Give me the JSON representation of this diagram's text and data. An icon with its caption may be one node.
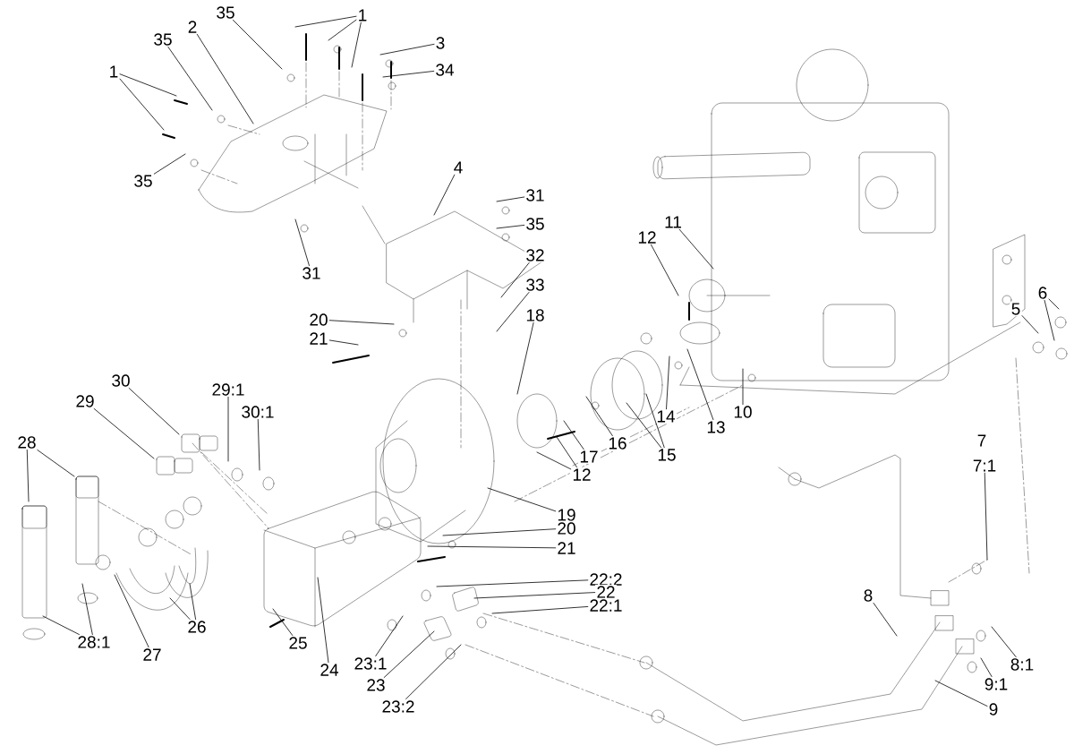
{
  "diagram": {
    "nodes": [
      {
        "text": [
          "35"
        ]
      },
      {
        "text": [
          "1"
        ]
      },
      {
        "text": [
          "2"
        ]
      },
      {
        "text": [
          "35"
        ]
      },
      {
        "text": [
          "3"
        ]
      },
      {
        "text": [
          "1"
        ]
      },
      {
        "text": [
          "34"
        ]
      },
      {
        "text": [
          "4"
        ]
      },
      {
        "text": [
          "35"
        ]
      },
      {
        "text": [
          "31"
        ]
      },
      {
        "text": [
          "35"
        ]
      },
      {
        "text": [
          "11"
        ]
      },
      {
        "text": [
          "12"
        ]
      },
      {
        "text": [
          "32"
        ]
      },
      {
        "text": [
          "31"
        ]
      },
      {
        "text": [
          "33"
        ]
      },
      {
        "text": [
          "6"
        ]
      },
      {
        "text": [
          "5"
        ]
      },
      {
        "text": [
          "18"
        ]
      },
      {
        "text": [
          "20"
        ]
      },
      {
        "text": [
          "21"
        ]
      },
      {
        "text": [
          "30"
        ]
      },
      {
        "text": [
          "29"
        ]
      },
      {
        "text": [
          "29:1"
        ]
      },
      {
        "text": [
          "30:1"
        ]
      },
      {
        "text": [
          "10"
        ]
      },
      {
        "text": [
          "14"
        ]
      },
      {
        "text": [
          "13"
        ]
      },
      {
        "text": [
          "28"
        ]
      },
      {
        "text": [
          "16"
        ]
      },
      {
        "text": [
          "15"
        ]
      },
      {
        "text": [
          "17"
        ]
      },
      {
        "text": [
          "12"
        ]
      },
      {
        "text": [
          "7:1"
        ]
      },
      {
        "text": [
          "19"
        ]
      },
      {
        "text": [
          "20"
        ]
      },
      {
        "text": [
          "21"
        ]
      },
      {
        "text": [
          "22:2"
        ]
      },
      {
        "text": [
          "22"
        ]
      },
      {
        "text": [
          "22:1"
        ]
      },
      {
        "text": [
          "8"
        ]
      },
      {
        "text": [
          "26"
        ]
      },
      {
        "text": [
          "25"
        ]
      },
      {
        "text": [
          "28:1"
        ]
      },
      {
        "text": [
          "27"
        ]
      },
      {
        "text": [
          "24"
        ]
      },
      {
        "text": [
          "23:1"
        ]
      },
      {
        "text": [
          "8:1"
        ]
      },
      {
        "text": [
          "9:1"
        ]
      },
      {
        "text": [
          "23"
        ]
      },
      {
        "text": [
          "9"
        ]
      },
      {
        "text": [
          "23:2"
        ]
      }
    ],
    "edges": [
      {
        "from": 0,
        "to": null,
        "arrow": "none"
      },
      {
        "from": 1,
        "to": null,
        "arrow": "none"
      },
      {
        "from": 1,
        "to": null,
        "arrow": "none"
      },
      {
        "from": 1,
        "to": null,
        "arrow": "none"
      },
      {
        "from": 2,
        "to": null,
        "arrow": "none"
      },
      {
        "from": 3,
        "to": null,
        "arrow": "none"
      },
      {
        "from": 4,
        "to": null,
        "arrow": "none"
      },
      {
        "from": 5,
        "to": null,
        "arrow": "none"
      },
      {
        "from": 5,
        "to": null,
        "arrow": "none"
      },
      {
        "from": 6,
        "to": null,
        "arrow": "none"
      },
      {
        "from": 7,
        "to": null,
        "arrow": "none"
      },
      {
        "from": 8,
        "to": null,
        "arrow": "none"
      },
      {
        "from": 9,
        "to": null,
        "arrow": "none"
      },
      {
        "from": 10,
        "to": null,
        "arrow": "none"
      },
      {
        "from": 11,
        "to": null,
        "arrow": "none"
      },
      {
        "from": 12,
        "to": null,
        "arrow": "none"
      },
      {
        "from": 13,
        "to": null,
        "arrow": "none"
      },
      {
        "from": 14,
        "to": null,
        "arrow": "none"
      },
      {
        "from": 15,
        "to": null,
        "arrow": "none"
      },
      {
        "from": 16,
        "to": null,
        "arrow": "none"
      },
      {
        "from": 16,
        "to": null,
        "arrow": "none"
      },
      {
        "from": 17,
        "to": null,
        "arrow": "none"
      },
      {
        "from": 18,
        "to": null,
        "arrow": "none"
      },
      {
        "from": 19,
        "to": null,
        "arrow": "none"
      },
      {
        "from": 20,
        "to": null,
        "arrow": "none"
      },
      {
        "from": 21,
        "to": null,
        "arrow": "none"
      },
      {
        "from": 22,
        "to": null,
        "arrow": "none"
      },
      {
        "from": 23,
        "to": null,
        "arrow": "none"
      },
      {
        "from": 24,
        "to": null,
        "arrow": "none"
      },
      {
        "from": 25,
        "to": null,
        "arrow": "none"
      },
      {
        "from": 26,
        "to": null,
        "arrow": "none"
      },
      {
        "from": 27,
        "to": null,
        "arrow": "none"
      },
      {
        "from": 28,
        "to": null,
        "arrow": "none"
      },
      {
        "from": 28,
        "to": null,
        "arrow": "none"
      },
      {
        "from": 29,
        "to": null,
        "arrow": "none"
      },
      {
        "from": 30,
        "to": null,
        "arrow": "none"
      },
      {
        "from": 30,
        "to": null,
        "arrow": "none"
      },
      {
        "from": 31,
        "to": null,
        "arrow": "none"
      },
      {
        "from": 32,
        "to": null,
        "arrow": "none"
      },
      {
        "from": 32,
        "to": null,
        "arrow": "none"
      },
      {
        "from": 33,
        "to": null,
        "arrow": "none"
      },
      {
        "from": 34,
        "to": null,
        "arrow": "none"
      },
      {
        "from": 35,
        "to": null,
        "arrow": "none"
      },
      {
        "from": 36,
        "to": null,
        "arrow": "none"
      },
      {
        "from": 37,
        "to": null,
        "arrow": "none"
      },
      {
        "from": 38,
        "to": null,
        "arrow": "none"
      },
      {
        "from": 39,
        "to": null,
        "arrow": "none"
      },
      {
        "from": 40,
        "to": null,
        "arrow": "none"
      },
      {
        "from": 41,
        "to": null,
        "arrow": "none"
      },
      {
        "from": 41,
        "to": null,
        "arrow": "none"
      },
      {
        "from": 42,
        "to": null,
        "arrow": "none"
      },
      {
        "from": 43,
        "to": null,
        "arrow": "none"
      },
      {
        "from": 43,
        "to": null,
        "arrow": "none"
      },
      {
        "from": 44,
        "to": null,
        "arrow": "none"
      },
      {
        "from": 45,
        "to": null,
        "arrow": "none"
      },
      {
        "from": 46,
        "to": null,
        "arrow": "none"
      },
      {
        "from": 47,
        "to": null,
        "arrow": "none"
      },
      {
        "from": 48,
        "to": null,
        "arrow": "none"
      },
      {
        "from": 49,
        "to": null,
        "arrow": "none"
      },
      {
        "from": 50,
        "to": null,
        "arrow": "none"
      },
      {
        "from": 51,
        "to": null,
        "arrow": "none"
      }
    ],
    "labels": [
      "7"
    ]
  }
}
